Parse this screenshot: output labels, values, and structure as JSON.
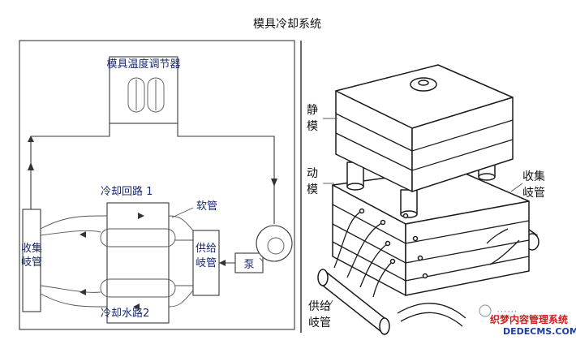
{
  "title": "模具冷却系统",
  "left": {
    "controller": "模具温度调节器",
    "circuit1": "冷却回路 1",
    "hose": "软管",
    "collector_line1": "收集",
    "collector_line2": "岐管",
    "supply_line1": "供给",
    "supply_line2": "岐管",
    "pump": "泵",
    "circuit2": "冷却水路2"
  },
  "right": {
    "fixed_line1": "静",
    "fixed_line2": "模",
    "moving_line1": "动",
    "moving_line2": "模",
    "collector_line1": "收集",
    "collector_line2": "岐管",
    "supply_line1": "供给",
    "supply_line2": "岐管"
  },
  "watermark": {
    "line1": "织梦内容管理系统",
    "line2": "DEDECMS.COM"
  }
}
